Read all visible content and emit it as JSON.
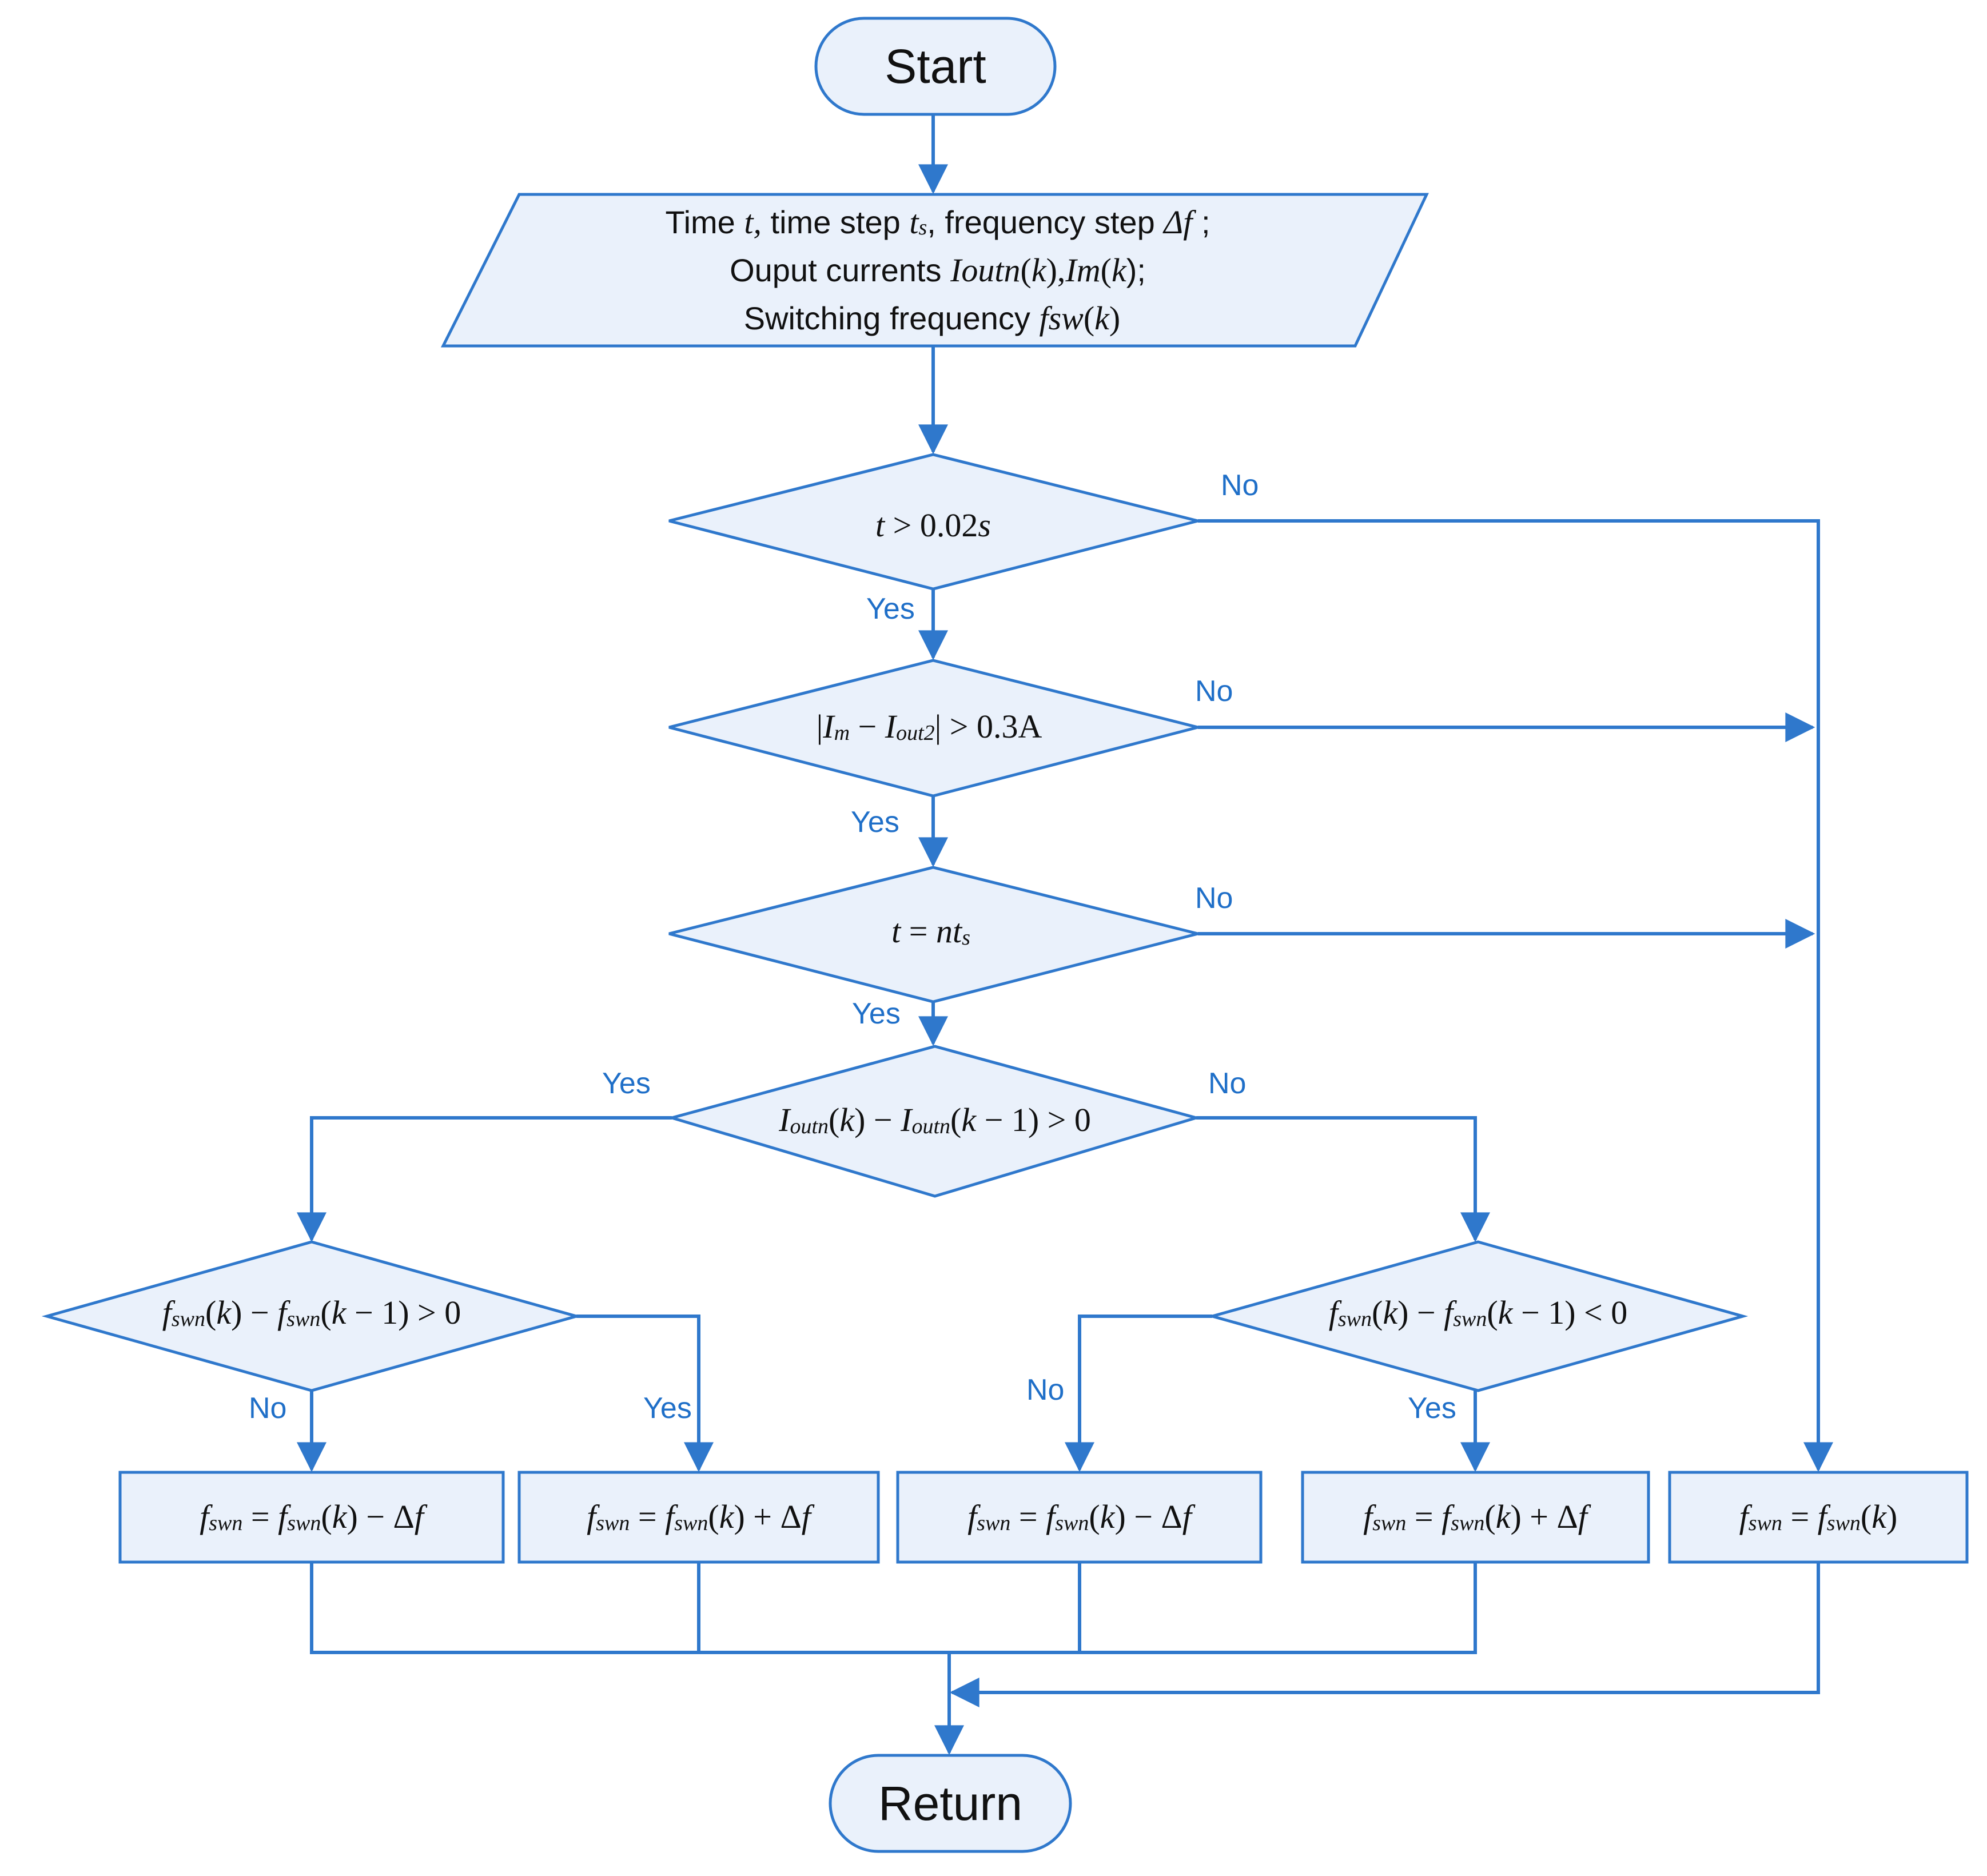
{
  "colors": {
    "line": "#2f78cc",
    "fill": "#eaf1fb",
    "label": "#1f6fc8",
    "text": "#111111"
  },
  "start": {
    "label": "Start"
  },
  "return": {
    "label": "Return"
  },
  "input": {
    "line1": {
      "t1": "Time ",
      "t2": "t,",
      "t3": " time step  ",
      "t4": "t",
      "t5": "s",
      "t6": ",",
      "t7": " frequency step ",
      "t8": "Δf",
      "t9": " ;"
    },
    "line2": {
      "t1": "Ouput currents ",
      "t2": "Ioutn",
      "t3": "(",
      "t4": "k",
      "t5": "),",
      "t6": "Im",
      "t7": "(",
      "t8": "k",
      "t9": ");"
    },
    "line3": {
      "t1": "Switching frequency  ",
      "t2": "fsw",
      "t3": "(",
      "t4": "k",
      "t5": ")"
    }
  },
  "decisions": {
    "time_check": {
      "t1": "t",
      "t2": " > 0.02",
      "t3": "s"
    },
    "current_error": {
      "t1": "|",
      "t2": "I",
      "t3": "m",
      "t4": " − ",
      "t5": "I",
      "t6": "out2",
      "t7": "|",
      "t8": " > 0.3A"
    },
    "sample_time": {
      "t1": "t",
      "t2": " = ",
      "t3": "nt",
      "t4": "s"
    },
    "current_trend": {
      "t1": "I",
      "t2": "outn",
      "t3": "(",
      "t4": "k",
      "t5": ") − ",
      "t6": "I",
      "t7": "outn",
      "t8": "(",
      "t9": "k",
      "t10": " − 1) > 0"
    },
    "freq_trend_pos": {
      "t1": "f",
      "t2": "swn",
      "t3": "(",
      "t4": "k",
      "t5": ") − ",
      "t6": "f",
      "t7": "swn",
      "t8": "(",
      "t9": "k",
      "t10": " − 1) > 0"
    },
    "freq_trend_neg": {
      "t1": "f",
      "t2": "swn",
      "t3": "(",
      "t4": "k",
      "t5": ") − ",
      "t6": "f",
      "t7": "swn",
      "t8": "(",
      "t9": "k",
      "t10": " − 1) < 0"
    }
  },
  "actions": {
    "a1": {
      "t1": "f",
      "t2": "swn",
      "t3": " = ",
      "t4": "f",
      "t5": "swn",
      "t6": "(",
      "t7": "k",
      "t8": ") − Δ",
      "t9": "f"
    },
    "a2": {
      "t1": "f",
      "t2": "swn",
      "t3": " = ",
      "t4": "f",
      "t5": "swn",
      "t6": "(",
      "t7": "k",
      "t8": ") + Δ",
      "t9": "f"
    },
    "a3": {
      "t1": "f",
      "t2": "swn",
      "t3": " = ",
      "t4": "f",
      "t5": "swn",
      "t6": "(",
      "t7": "k",
      "t8": ") − Δ",
      "t9": "f"
    },
    "a4": {
      "t1": "f",
      "t2": "swn",
      "t3": " = ",
      "t4": "f",
      "t5": "swn",
      "t6": "(",
      "t7": "k",
      "t8": ") + Δ",
      "t9": "f"
    },
    "a5": {
      "t1": "f",
      "t2": "swn",
      "t3": " = ",
      "t4": "f",
      "t5": "swn",
      "t6": "(",
      "t7": "k",
      "t8": ")"
    }
  },
  "branch_labels": {
    "d1_no": "No",
    "d1_yes": "Yes",
    "d2_no": "No",
    "d2_yes": "Yes",
    "d3_no": "No",
    "d3_yes": "Yes",
    "d4_yes": "Yes",
    "d4_no": "No",
    "d5_no": "No",
    "d5_yes": "Yes",
    "d6_no": "No",
    "d6_yes": "Yes"
  }
}
